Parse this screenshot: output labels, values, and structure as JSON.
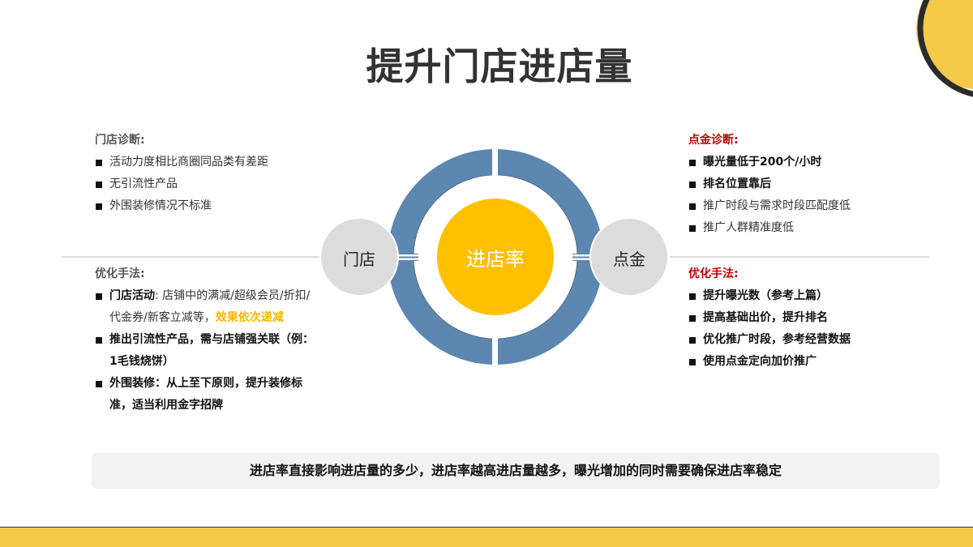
{
  "title": "提升门店进店量",
  "colors": {
    "accent_yellow": "#f5c94a",
    "center_yellow": "#ffc000",
    "ring_blue": "#5b87b0",
    "node_gray": "#dcdcdc",
    "red_heading": "#c00000",
    "highlight": "#f5b800",
    "title_text": "#333333"
  },
  "diagram": {
    "center": "进店率",
    "left_node": "门店",
    "right_node": "点金"
  },
  "left": {
    "diagnosis": {
      "heading": "门店诊断:",
      "items": [
        "活动力度相比商圈同品类有差距",
        "无引流性产品",
        "外围装修情况不标准"
      ]
    },
    "optimization": {
      "heading": "优化手法:",
      "items": [
        {
          "bold": "门店活动",
          "text": ": 店铺中的满减/超级会员/折扣/代金券/新客立减等，",
          "highlight": "效果依次递减"
        },
        {
          "bold": "推出引流性产品，需与店铺强关联（例：1毛钱烧饼）"
        },
        {
          "bold": "外围装修：从上至下原则，提升装修标准，适当利用金字招牌"
        }
      ]
    }
  },
  "right": {
    "diagnosis": {
      "heading": "点金诊断:",
      "items": [
        {
          "text": "曝光量低于200个/小时",
          "bold": true
        },
        {
          "text": "排名位置靠后",
          "bold": true
        },
        {
          "text": "推广时段与需求时段匹配度低",
          "bold": false
        },
        {
          "text": "推广人群精准度低",
          "bold": false
        }
      ]
    },
    "optimization": {
      "heading": "优化手法:",
      "items": [
        "提升曝光数（参考上篇）",
        "提高基础出价，提升排名",
        "优化推广时段，参考经营数据",
        "使用点金定向加价推广"
      ]
    }
  },
  "summary": "进店率直接影响进店量的多少，进店率越高进店量越多，曝光增加的同时需要确保进店率稳定"
}
